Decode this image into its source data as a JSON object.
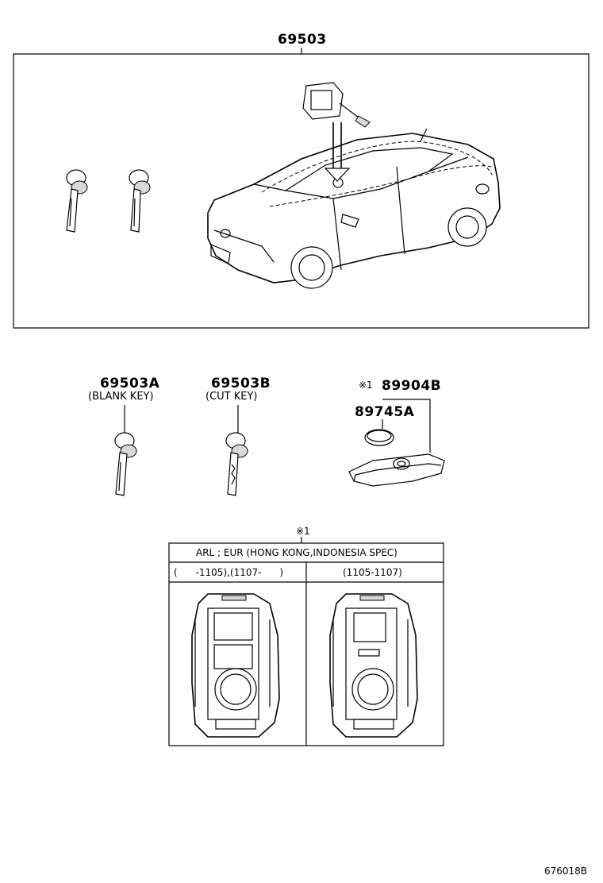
{
  "labels": {
    "main_part": "69503",
    "blank_key_part": "69503A",
    "blank_key_desc": "(BLANK KEY)",
    "cut_key_part": "69503B",
    "cut_key_desc": "(CUT KEY)",
    "remote_ref_mark": "※1",
    "remote_part": "89904B",
    "battery_part": "89745A",
    "footnote_mark": "※1",
    "diagram_code": "676018B"
  },
  "spec_table": {
    "header": "ARL ; EUR (HONG KONG,INDONESIA SPEC)",
    "col1": "(      -1105),(1107-      )",
    "col2": "(1105-1107)"
  }
}
